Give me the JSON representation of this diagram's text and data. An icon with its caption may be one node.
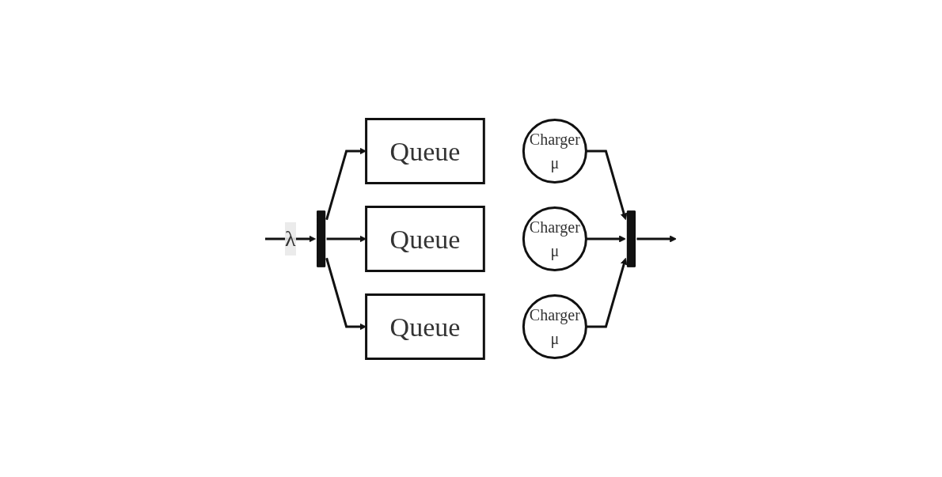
{
  "diagram": {
    "nodes": [
      {
        "text": [],
        "shape": "bar"
      },
      {
        "text": [
          "Queue"
        ]
      },
      {
        "text": [
          "Charger",
          "μ"
        ]
      },
      {
        "text": [
          "Queue"
        ]
      },
      {
        "text": [
          "Charger",
          "μ"
        ]
      },
      {
        "text": [
          "Queue"
        ]
      },
      {
        "text": [
          "Charger",
          "μ"
        ]
      },
      {
        "text": [],
        "shape": "bar"
      }
    ],
    "edges": [
      {
        "from": null,
        "to": 0,
        "arrow": "to",
        "label": "λ"
      },
      {
        "from": 0,
        "to": 1,
        "arrow": "to"
      },
      {
        "from": 0,
        "to": 3,
        "arrow": "to"
      },
      {
        "from": 0,
        "to": 5,
        "arrow": "to"
      },
      {
        "from": 2,
        "to": 7,
        "arrow": "to"
      },
      {
        "from": 4,
        "to": 7,
        "arrow": "to"
      },
      {
        "from": 6,
        "to": 7,
        "arrow": "to"
      },
      {
        "from": 7,
        "to": null,
        "arrow": "to"
      }
    ]
  }
}
